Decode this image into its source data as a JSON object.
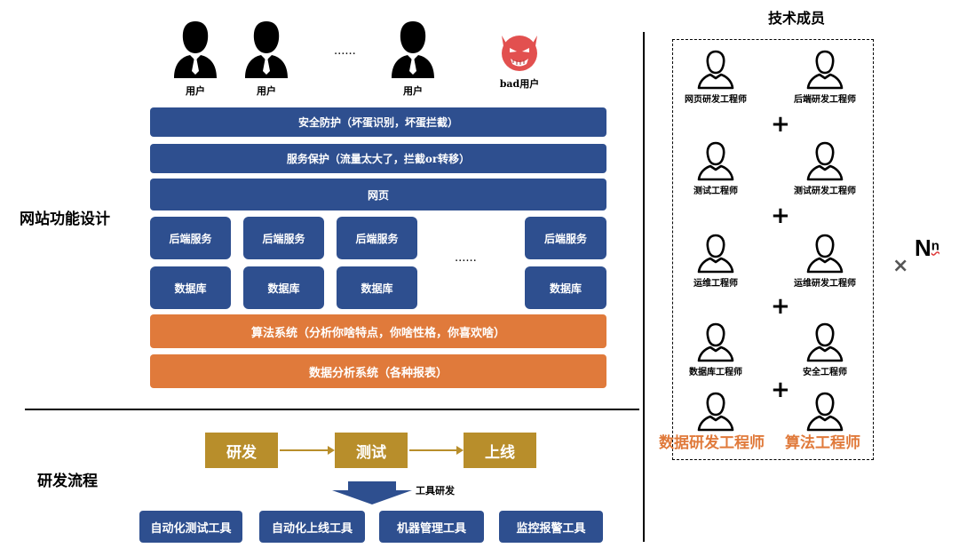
{
  "users": [
    {
      "label": "用户"
    },
    {
      "label": "用户"
    },
    {
      "label": "用户"
    },
    {
      "label": "bad用户"
    }
  ],
  "users_ellipsis": "......",
  "site_section": {
    "title": "网站功能设计",
    "security": "安全防护（坏蛋识别，坏蛋拦截）",
    "service_protect": "服务保护（流量太大了，拦截or转移）",
    "webpage": "网页",
    "backend": [
      "后端服务",
      "后端服务",
      "后端服务",
      "后端服务"
    ],
    "database": [
      "数据库",
      "数据库",
      "数据库",
      "数据库"
    ],
    "ellipsis": "......",
    "algorithm": "算法系统（分析你啥特点，你啥性格，你喜欢啥）",
    "analytics": "数据分析系统（各种报表）"
  },
  "team": {
    "title": "技术成员",
    "members": [
      "网页研发工程师",
      "后端研发工程师",
      "测试工程师",
      "测试研发工程师",
      "运维工程师",
      "运维研发工程师",
      "数据库工程师",
      "安全工程师",
      "数据研发工程师",
      "算法工程师"
    ],
    "plus": "+",
    "multiplier": "×",
    "power_base": "N",
    "power_exp": "n"
  },
  "process": {
    "title": "研发流程",
    "steps": [
      "研发",
      "测试",
      "上线"
    ],
    "tools_label": "工具研发",
    "tools": [
      "自动化测试工具",
      "自动化上线工具",
      "机器管理工具",
      "监控报警工具"
    ]
  },
  "colors": {
    "blue": "#2e4f8f",
    "orange": "#e07a3b",
    "gold": "#b88e2b",
    "devil": "#e2504f"
  }
}
